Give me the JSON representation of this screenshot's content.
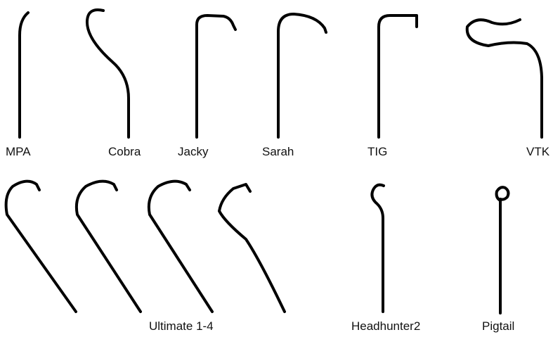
{
  "catheters": {
    "mpa": "MPA",
    "cobra": "Cobra",
    "jacky": "Jacky",
    "sarah": "Sarah",
    "tig": "TIG",
    "vtk": "VTK",
    "ultimate": "Ultimate 1-4",
    "headhunter": "Headhunter2",
    "pigtail": "Pigtail"
  },
  "colors": {
    "stroke": "#000000",
    "background": "#ffffff",
    "text": "#111111"
  }
}
